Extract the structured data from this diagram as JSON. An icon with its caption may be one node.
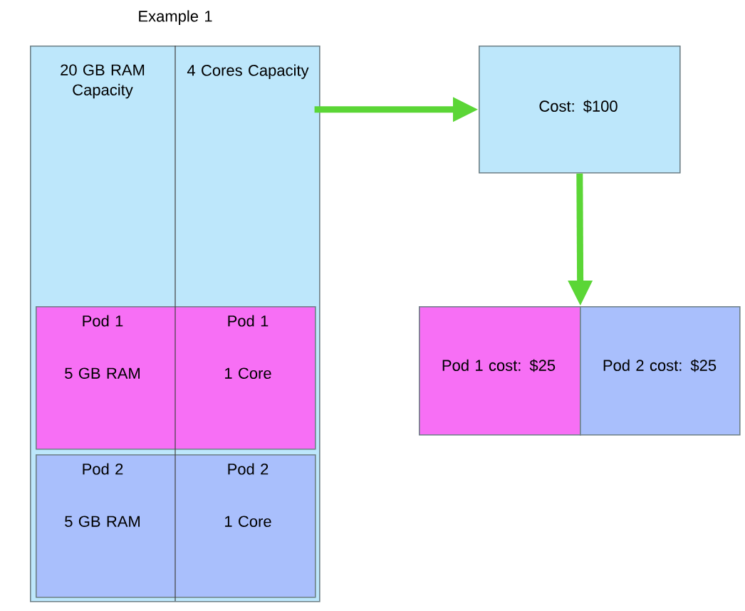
{
  "diagram": {
    "nodes": [
      {
        "text": [
          "Example 1",
          "20 GB RAM Capacity",
          "4 Cores Capacity"
        ]
      },
      {
        "text": [
          "Pod 1",
          "5 GB RAM",
          "Pod 1",
          "1 Core"
        ],
        "in": 0
      },
      {
        "text": [
          "Pod 2",
          "5 GB RAM",
          "Pod 2",
          "1 Core"
        ],
        "in": 0
      },
      {
        "text": [
          "Cost: $100"
        ]
      },
      {
        "text": [
          "Pod 1 cost: $25"
        ]
      },
      {
        "text": [
          "Pod 2 cost: $25"
        ]
      }
    ],
    "edges": [
      {
        "from": 0,
        "to": 3,
        "arrow": "to"
      },
      {
        "from": 3,
        "to": 4,
        "arrow": "to"
      },
      {
        "from": 3,
        "to": 5,
        "arrow": "to"
      }
    ]
  }
}
